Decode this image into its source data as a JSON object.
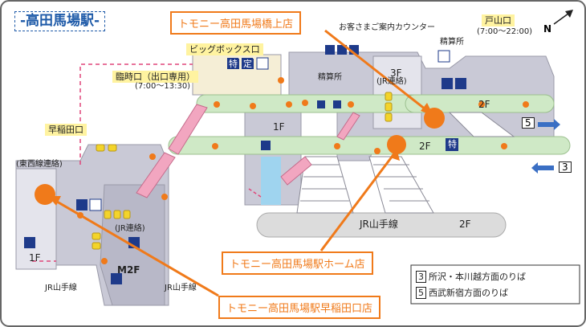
{
  "title": "-高田馬場駅-",
  "callouts": {
    "top": "トモニー高田馬場橋上店",
    "platform": "トモニー高田馬場駅ホーム店",
    "waseda": "トモニー高田馬場駅早稲田口店"
  },
  "labels": {
    "big_box": "ビッグボックス口",
    "rinji": "臨時口（出口専用）",
    "rinji_time": "(7:00～13:30)",
    "toyama": "戸山口",
    "toyama_time": "(7:00～22:00)",
    "waseda_exit": "早稲田口",
    "tozai_link": "(東西線連絡)",
    "info_counter": "お客さまご案内カウンター",
    "seisan_1": "精算所",
    "seisan_2": "精算所",
    "jr_link_3f": "(JR連絡)",
    "jr_link_m2f": "(JR連絡)",
    "yamanote_label": "JR山手線",
    "yamanote_left": "JR山手線",
    "yamanote_right": "JR山手線",
    "north": "N"
  },
  "floors": {
    "f1_center": "1F",
    "f1_left": "1F",
    "m2f": "M2F",
    "f3": "3F",
    "f2_right": "2F",
    "f2_platform": "2F",
    "f2_jr": "2F"
  },
  "badges": {
    "toku": "特",
    "tei": "定",
    "toku_2f": "特"
  },
  "legend": [
    {
      "num": "3",
      "text": "所沢・本川越方面のりば"
    },
    {
      "num": "5",
      "text": "西武新宿方面のりば"
    }
  ],
  "platform_numbers": {
    "p5": "5",
    "p3": "3"
  },
  "colors": {
    "accent": "#f07a1a",
    "concourse": "#cfe9c6",
    "structure": "#c9c9d6",
    "title": "#1e5aa8",
    "exit_label": "#fff3a0",
    "dash": "#e0467a",
    "marker": "#f07a1a"
  }
}
